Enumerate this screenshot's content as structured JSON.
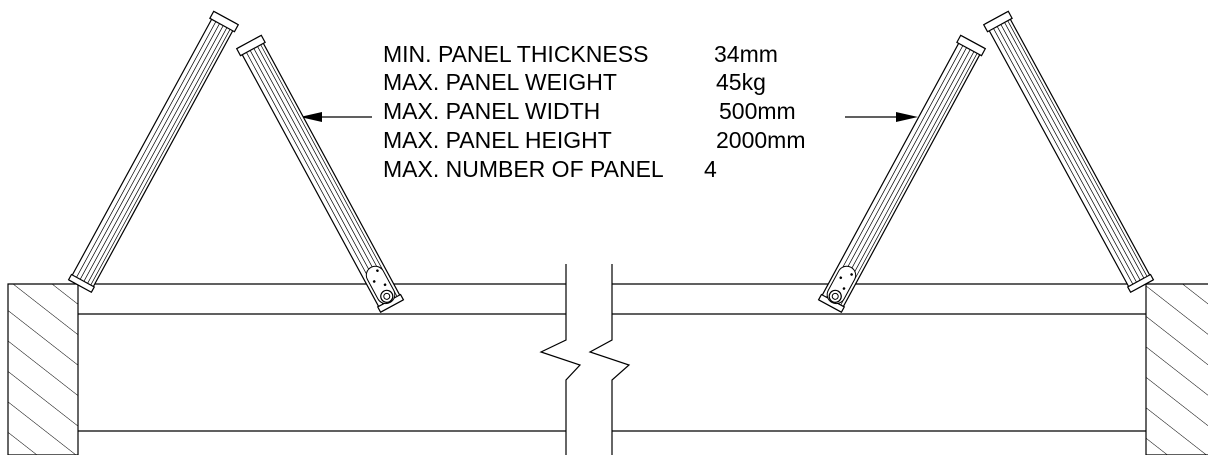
{
  "specs": [
    {
      "label": "MIN. PANEL THICKNESS",
      "value": "34mm"
    },
    {
      "label": "MAX. PANEL WEIGHT",
      "value": "45kg"
    },
    {
      "label": "MAX. PANEL WIDTH",
      "value": "500mm"
    },
    {
      "label": "MAX. PANEL HEIGHT",
      "value": "2000mm"
    },
    {
      "label": "MAX. NUMBER OF PANEL",
      "value": "4"
    }
  ],
  "colors": {
    "line": "#000000",
    "background": "#ffffff"
  }
}
